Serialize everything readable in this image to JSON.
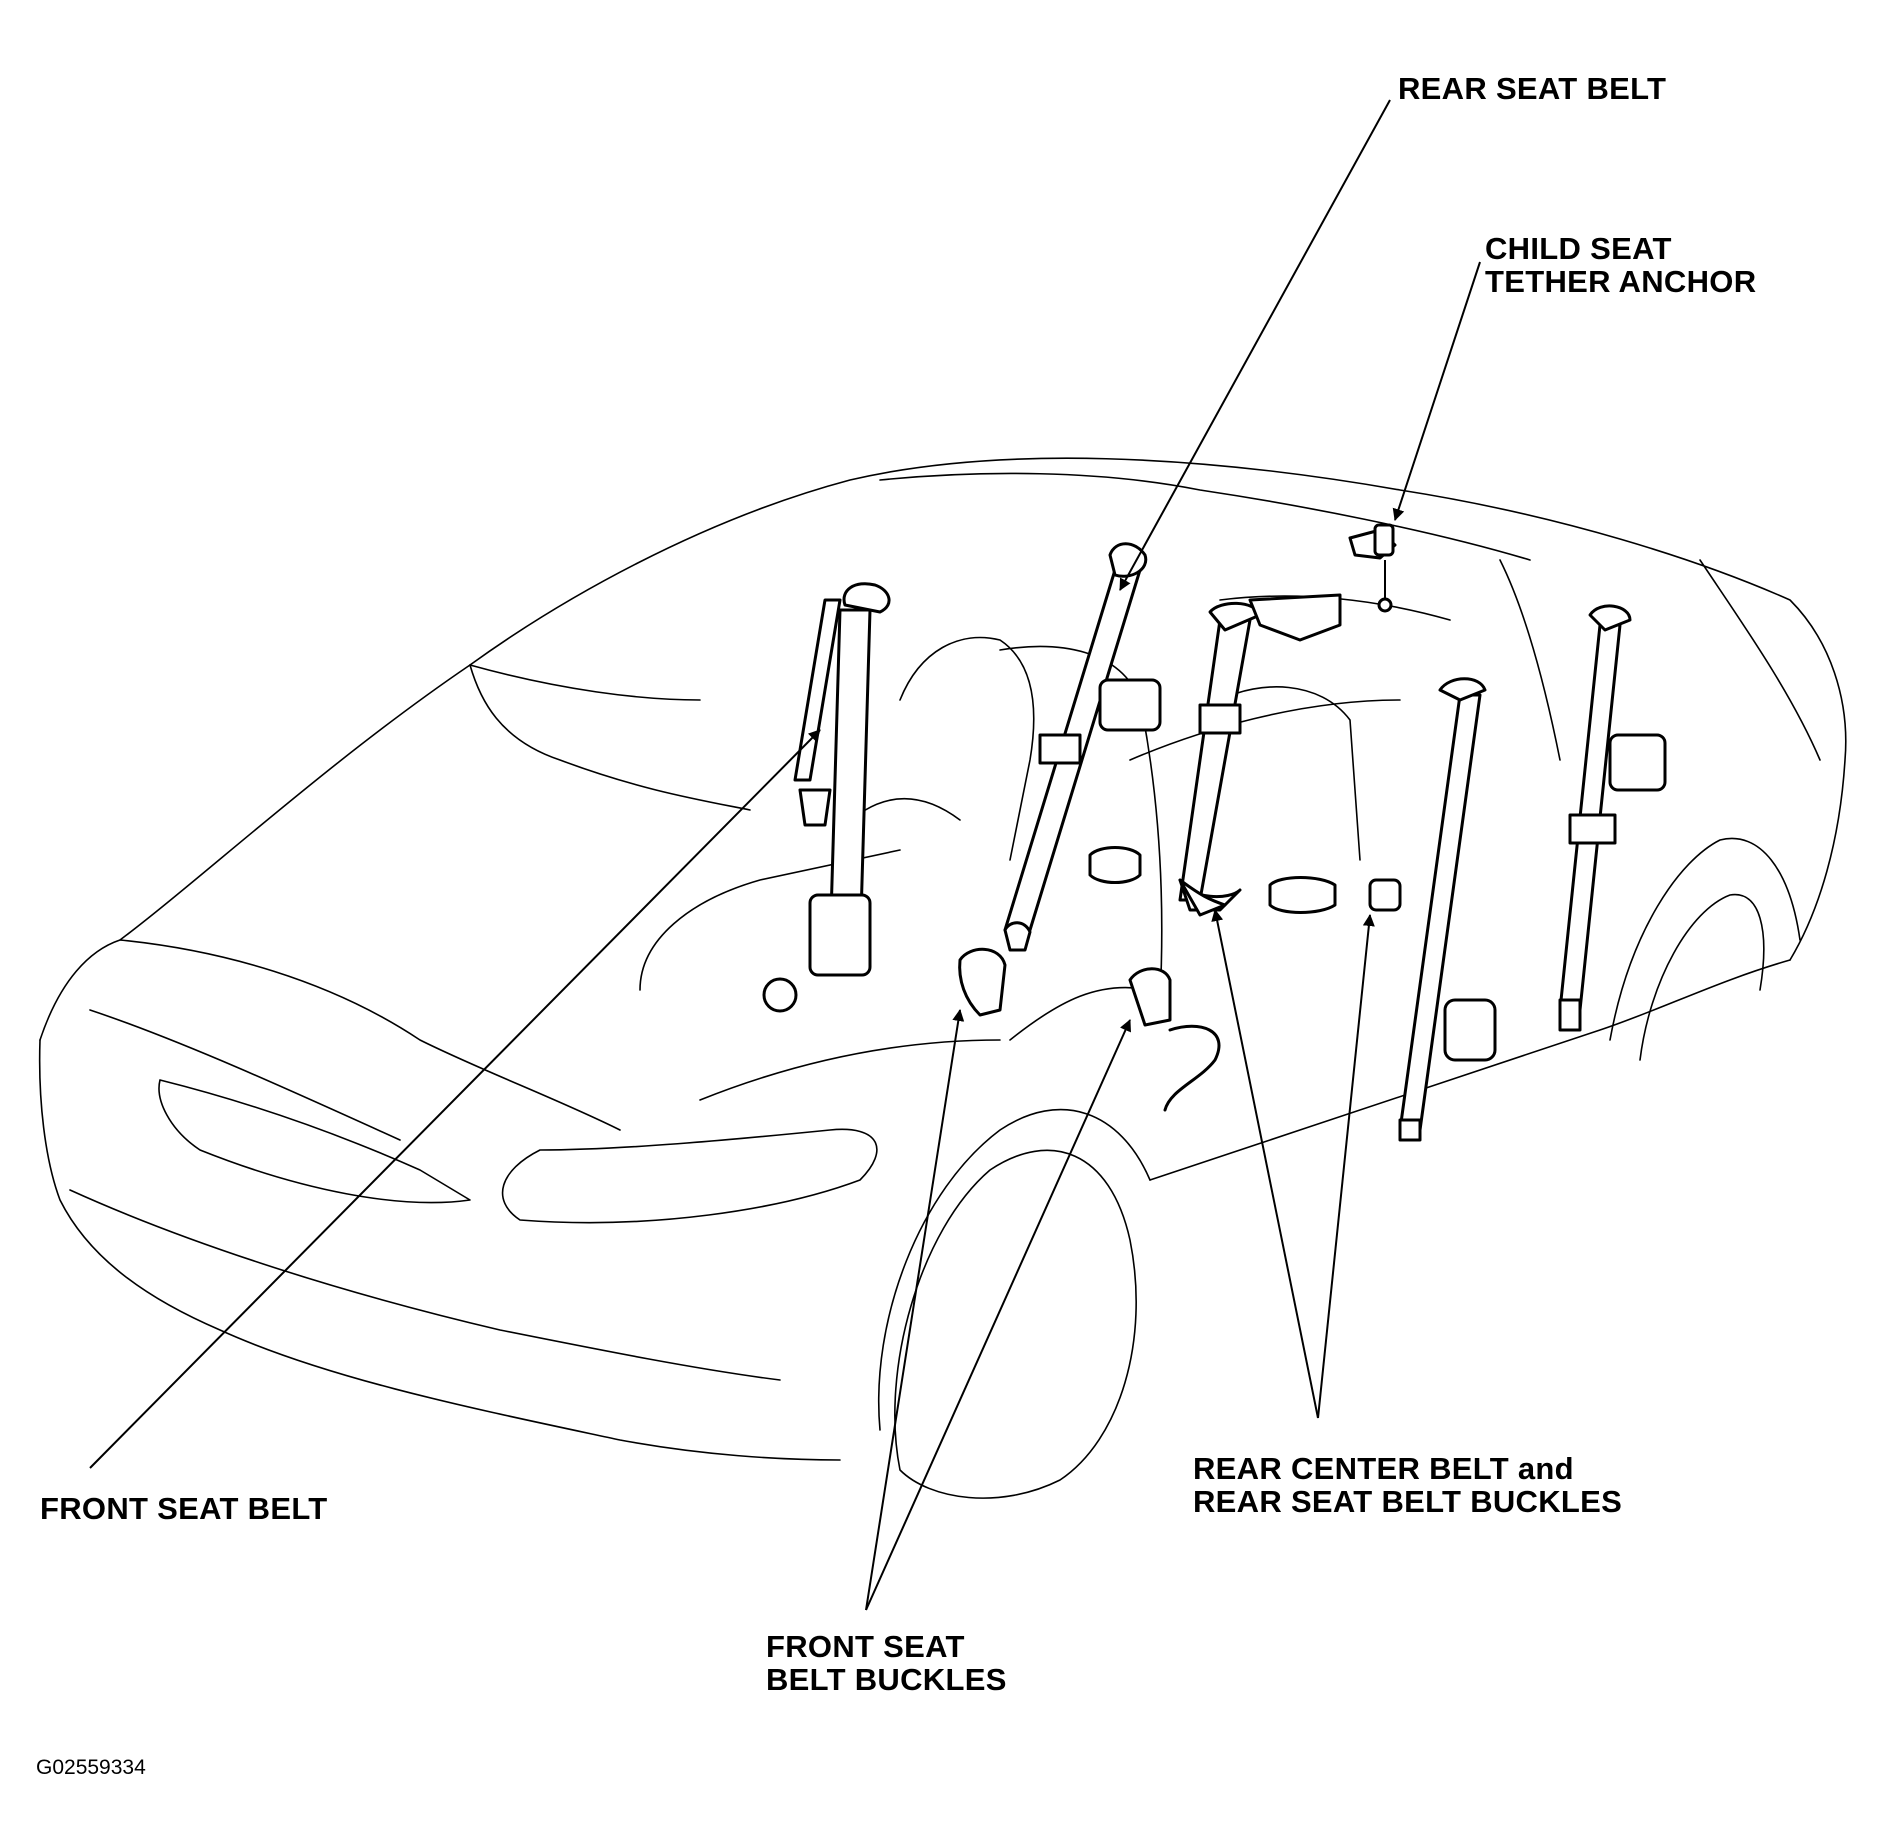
{
  "labels": {
    "rear_seat_belt": "REAR SEAT BELT",
    "child_seat_tether_anchor": [
      "CHILD SEAT",
      "TETHER ANCHOR"
    ],
    "front_seat_belt": "FRONT SEAT BELT",
    "rear_center_belt_buckles": [
      "REAR CENTER BELT and",
      "REAR SEAT BELT BUCKLES"
    ],
    "front_seat_belt_buckles": [
      "FRONT SEAT",
      "BELT BUCKLES"
    ]
  },
  "figure_id": "G02559334",
  "colors": {
    "ink": "#000000",
    "paper": "#ffffff"
  }
}
